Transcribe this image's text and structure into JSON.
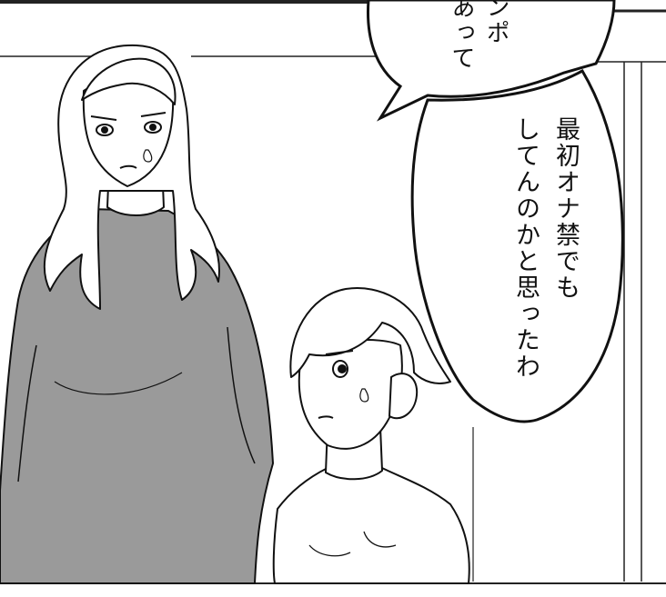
{
  "panel": {
    "top_bubble_lines": [
      "ンポ",
      "あって"
    ],
    "speech_lines": [
      "最初オナ禁でも",
      "してんのかと思ったわ"
    ]
  },
  "characters": {
    "woman": "woman-figure",
    "boy": "boy-figure"
  },
  "colors": {
    "ink": "#111111",
    "shirt_tone": "#9a9a9a",
    "background": "#ffffff"
  }
}
